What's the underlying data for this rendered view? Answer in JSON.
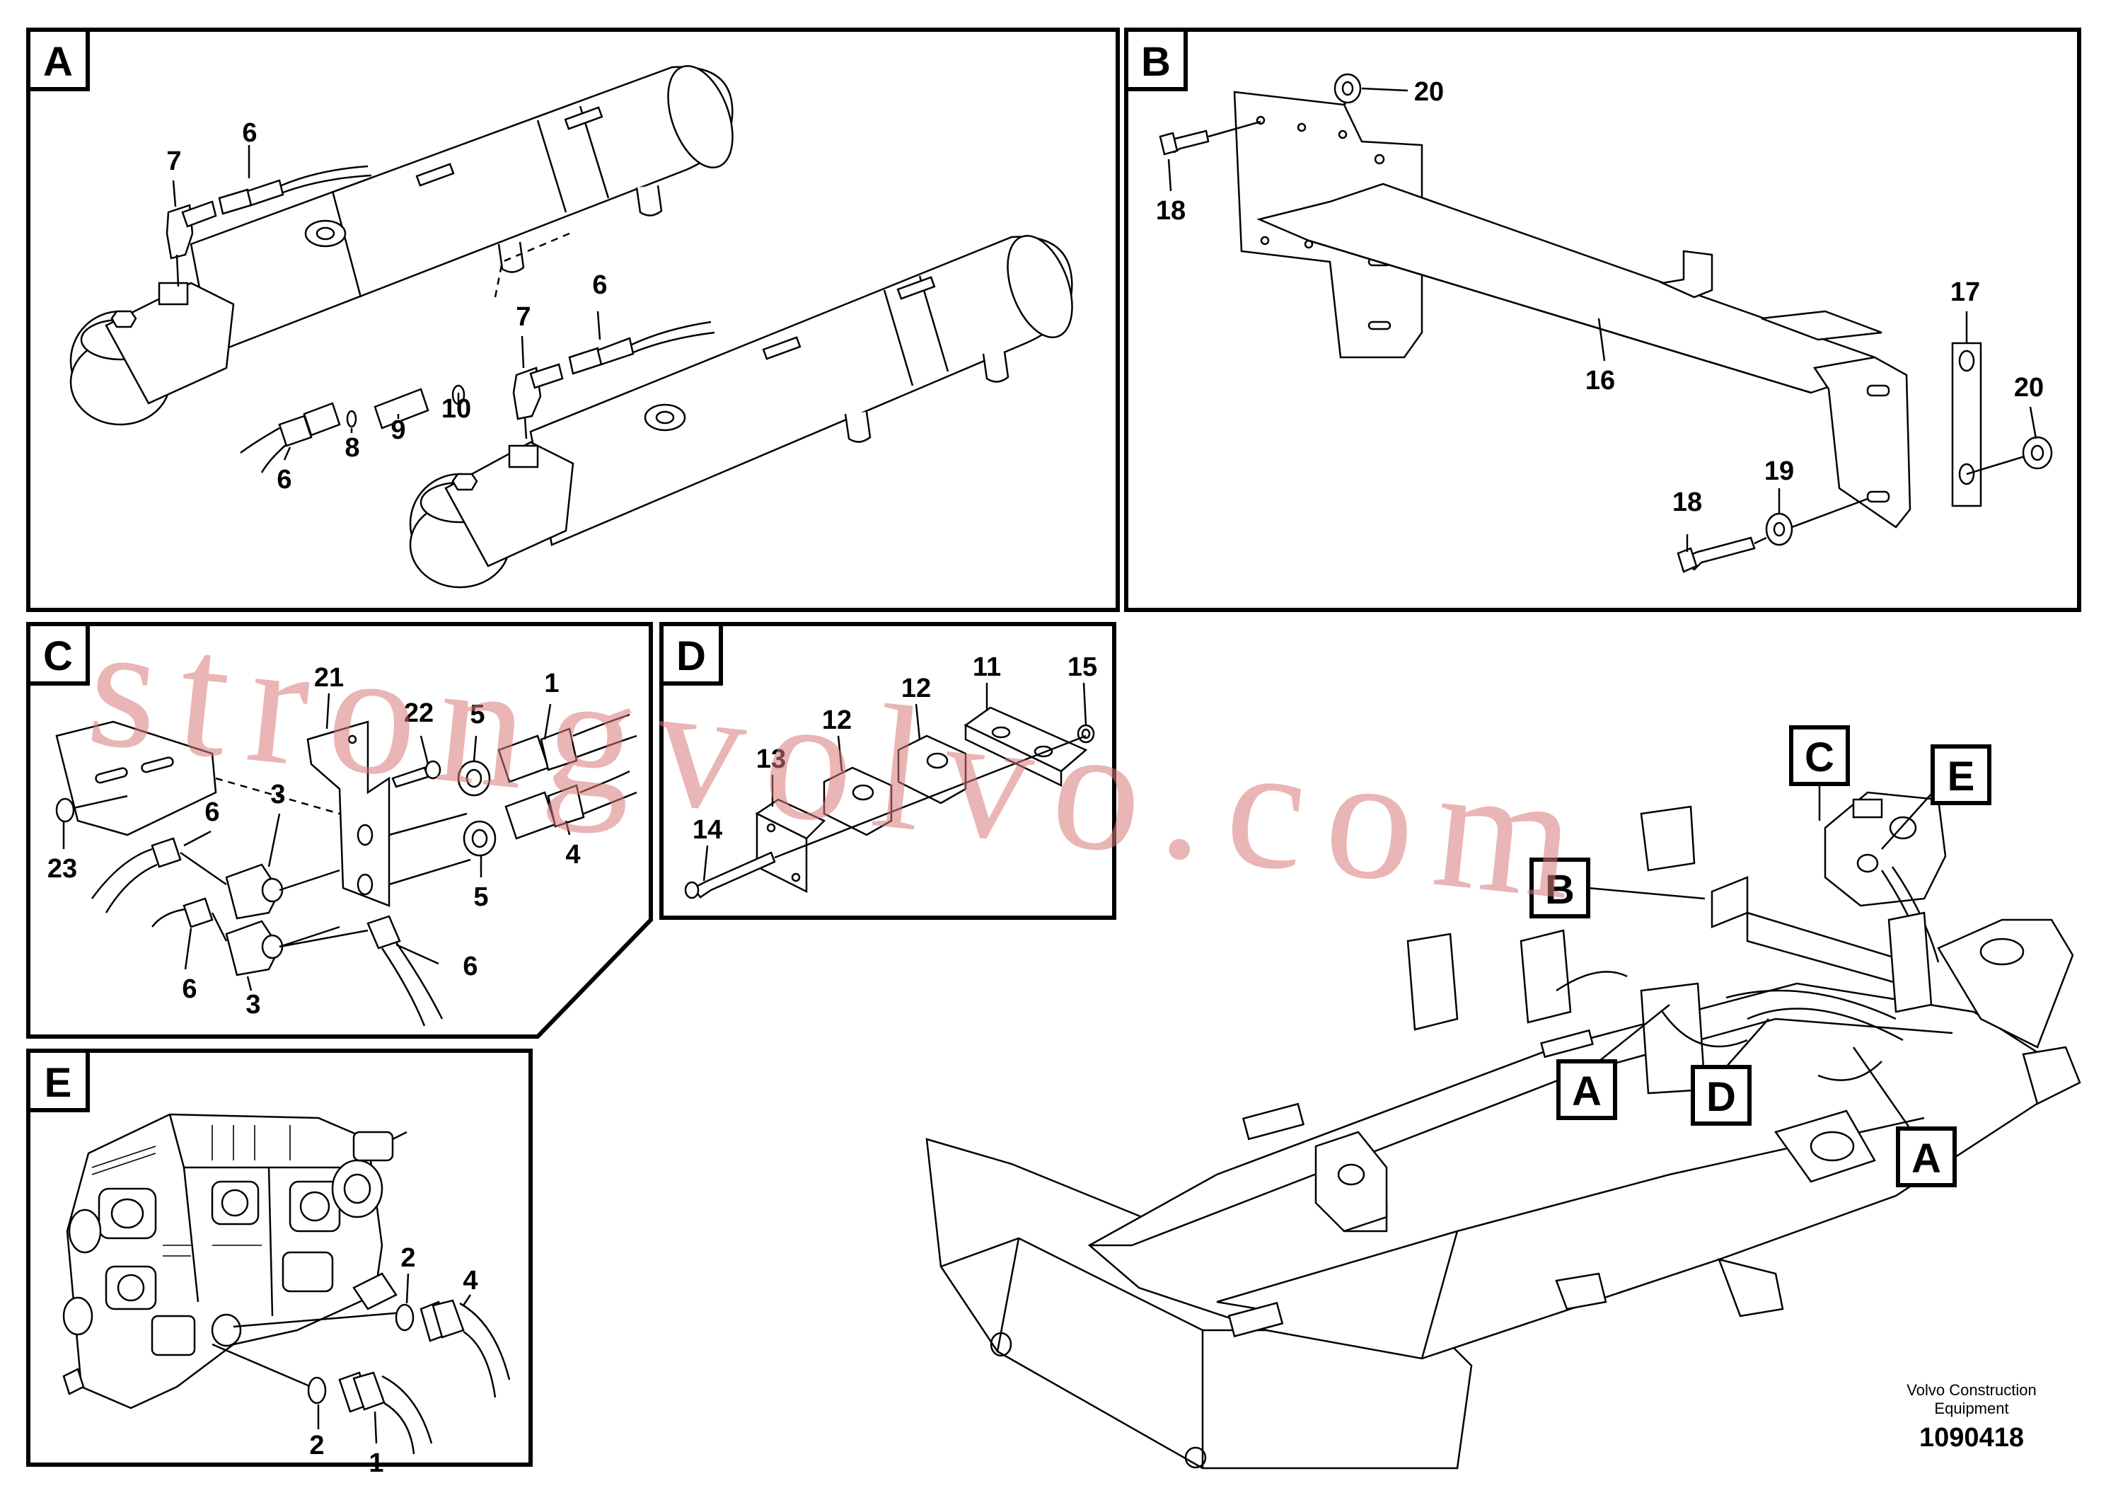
{
  "panels": {
    "A": {
      "letter": "A",
      "callouts": [
        "7",
        "6",
        "7",
        "6",
        "8",
        "9",
        "10",
        "6"
      ]
    },
    "B": {
      "letter": "B",
      "callouts": [
        "20",
        "18",
        "16",
        "17",
        "20",
        "19",
        "18"
      ]
    },
    "C": {
      "letter": "C",
      "callouts": [
        "21",
        "22",
        "5",
        "1",
        "3",
        "6",
        "23",
        "5",
        "4",
        "6",
        "3",
        "6"
      ]
    },
    "D": {
      "letter": "D",
      "callouts": [
        "11",
        "15",
        "12",
        "12",
        "13",
        "14"
      ]
    },
    "E": {
      "letter": "E",
      "callouts": [
        "2",
        "4",
        "2",
        "1"
      ]
    }
  },
  "overview": {
    "labels": [
      "C",
      "E",
      "B",
      "A",
      "D",
      "A"
    ]
  },
  "watermark": "strongvolvo.com",
  "footer": {
    "brand_line1": "Volvo Construction",
    "brand_line2": "Equipment",
    "doc_number": "1090418"
  }
}
